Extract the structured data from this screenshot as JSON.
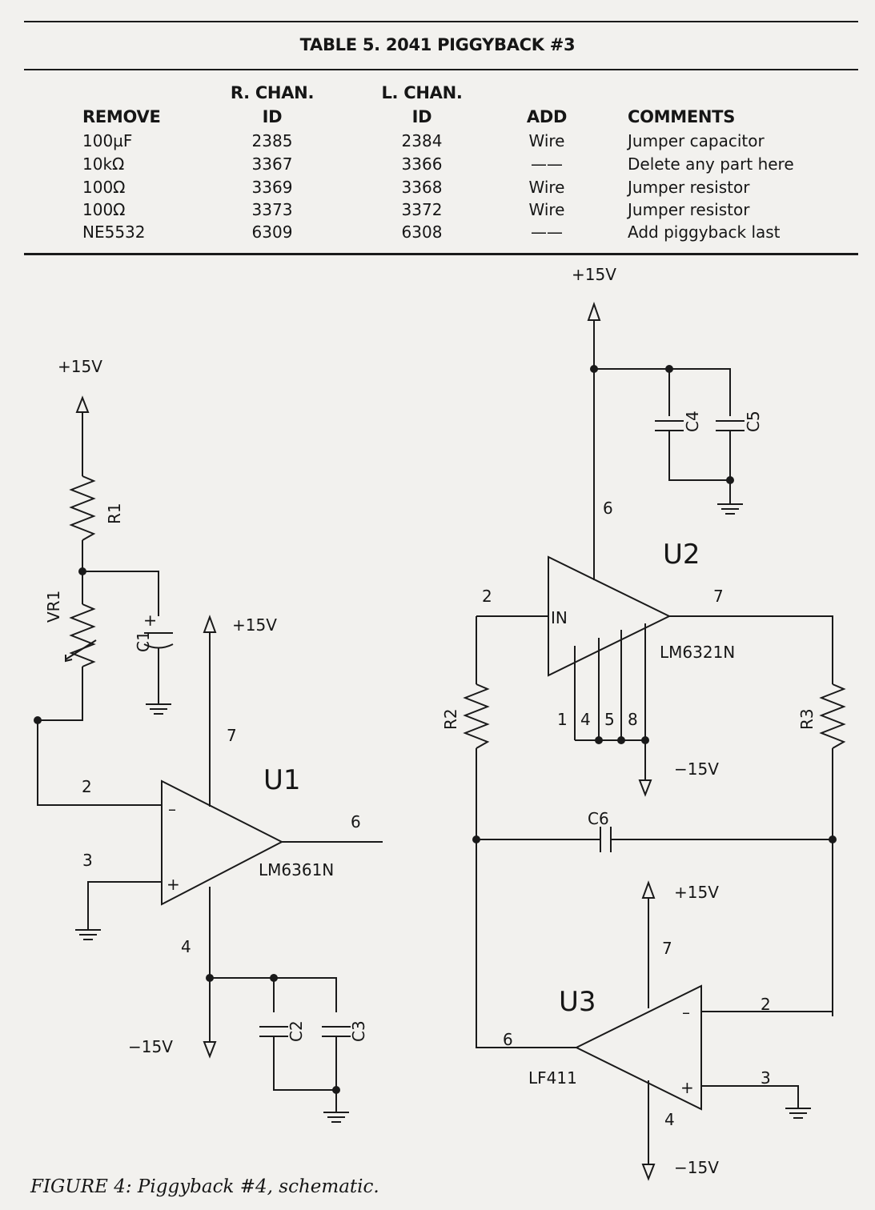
{
  "table": {
    "title": "TABLE 5. 2041 PIGGYBACK #3",
    "headers": {
      "remove": "REMOVE",
      "r_chan_line1": "R. CHAN.",
      "r_chan_line2": "ID",
      "l_chan_line1": "L. CHAN.",
      "l_chan_line2": "ID",
      "add": "ADD",
      "comments": "COMMENTS"
    },
    "rows": [
      {
        "remove": "100µF",
        "r_id": "2385",
        "l_id": "2384",
        "add": "Wire",
        "comment": "Jumper capacitor"
      },
      {
        "remove": "10kΩ",
        "r_id": "3367",
        "l_id": "3366",
        "add": "——",
        "comment": "Delete any part here"
      },
      {
        "remove": "100Ω",
        "r_id": "3369",
        "l_id": "3368",
        "add": "Wire",
        "comment": "Jumper resistor"
      },
      {
        "remove": "100Ω",
        "r_id": "3373",
        "l_id": "3372",
        "add": "Wire",
        "comment": "Jumper resistor"
      },
      {
        "remove": "NE5532",
        "r_id": "6309",
        "l_id": "6308",
        "add": "——",
        "comment": "Add piggyback last"
      }
    ]
  },
  "schematic": {
    "rails": {
      "pos": "+15V",
      "neg": "−15V"
    },
    "u1": {
      "name": "U1",
      "part": "LM6361N",
      "pin_inv": "2",
      "pin_noninv": "3",
      "pin_out": "6",
      "pin_vpos": "7",
      "pin_vneg": "4",
      "sym_minus": "–",
      "sym_plus": "+"
    },
    "u2": {
      "name": "U2",
      "part": "LM6321N",
      "pin_in": "2",
      "in_label": "IN",
      "pin_out": "7",
      "pin_vpos": "6",
      "pins_bottom": [
        "1",
        "4",
        "5",
        "8"
      ]
    },
    "u3": {
      "name": "U3",
      "part": "LF411",
      "pin_inv": "2",
      "pin_noninv": "3",
      "pin_out": "6",
      "pin_vpos": "7",
      "pin_vneg": "4",
      "sym_minus": "–",
      "sym_plus": "+"
    },
    "components": {
      "r1": "R1",
      "vr1": "VR1",
      "c1": "C1",
      "c1_plus": "+",
      "c2": "C2",
      "c3": "C3",
      "c4": "C4",
      "c5": "C5",
      "r2": "R2",
      "r3": "R3",
      "c6": "C6"
    }
  },
  "caption": "FIGURE 4: Piggyback #4, schematic."
}
